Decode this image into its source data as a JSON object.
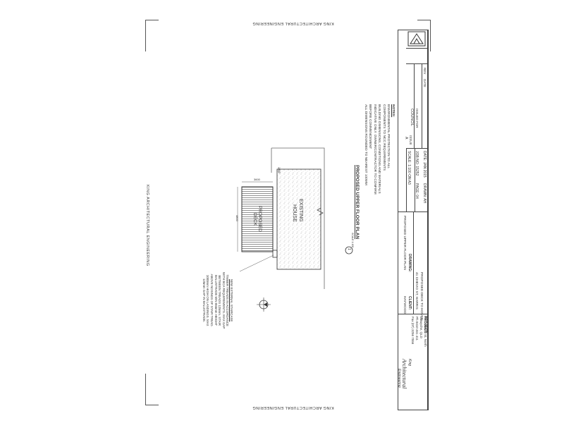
{
  "watermark": {
    "text": "KING ARCHITECTURAL ENGINEERING"
  },
  "firm": {
    "logo_line1": "King",
    "logo_line2": "Architectural",
    "logo_line3": "Engineering",
    "address1": "91 Cornwall St, North",
    "address2": "Lutwyche, QLD",
    "address3": "Ph 0410 461 411",
    "address4": "Fax (07) 3256 7556"
  },
  "title_block": {
    "project_label": "PROJECT:",
    "project_value": "PROPOSED DECK TO HOUSE",
    "project_address": "41 CHEVIO ST, HARRIS",
    "client_label": "CLIENT:",
    "client_value": "HAYWOOD",
    "drawing_label": "DRAWING:",
    "drawing_value": "PROPOSED UPPER FLOOR PLAN",
    "date_label": "DATE: JAN 2015",
    "drawn_label": "DRAWN: AH",
    "job_label": "JOB NO: 15252",
    "page_label": "PAGE: 04",
    "scale_label": "SCALE: 1:100 ON A3",
    "issue_label": "ISSUE",
    "issue_value": "A",
    "issued_for_label": "ISSUED FOR",
    "issued_for_value": "COUNCIL",
    "rev_label": "REV",
    "rev_value": "DATE"
  },
  "notes": {
    "heading": "NOTES:",
    "line1": "ENVIRONMENTAL PROTECTION TO ALL",
    "line2": "COMPONENTS TO NCC REQUIREMENTS",
    "line3": "BUILDING DIMENSIONS, CONDITIONS AND MATERIALS",
    "line4": "INDICATIVE ONLY. OWNER/CONTRACTOR TO CONFIRM",
    "line5": "BEFORE COMMENCEMENT",
    "line6": "ALL DIMENSIONS ROUNDED TO NEAREST 100MM"
  },
  "plan": {
    "title": "PROPOSED UPPER FLOOR PLAN",
    "title_scale": "SCALE 1:100",
    "ref_number": "1",
    "deck_label_1": "PROPOSED",
    "deck_label_2": "DECK",
    "house_label_1": "EXISTING",
    "house_label_2": "HOUSE",
    "dim_top": "3600",
    "dim_side": "4800",
    "dim_small": "1300",
    "stair_note": [
      "NEW EXTERNAL STAIRCASE",
      "TIMBER TREADS IN ACCORDANCE",
      "WITH BCA REQUIREMENTS. MAX GAP",
      "BETWEEN TREADS 125mm. STAIR",
      "BALUSTRADE MIN 865mm HEIGHT",
      "ABOVE NOSINGS OF STAIR TREAD.",
      "1000mm HIGH ON LANDINGS. MAX",
      "125mm GAP IN BALUSTRADE."
    ]
  },
  "colors": {
    "line": "#555555",
    "hatch": "#777777",
    "speckle": "#999999"
  },
  "icons": [
    "north-arrow-icon",
    "company-logo-icon"
  ]
}
